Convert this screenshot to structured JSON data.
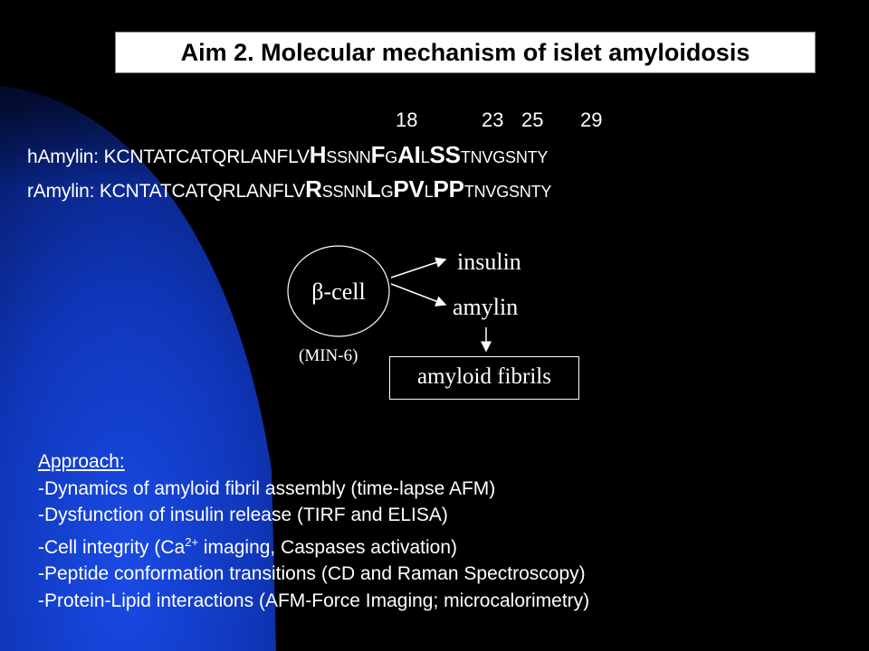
{
  "title": "Aim 2.  Molecular mechanism of islet amyloidosis",
  "positions": [
    "18",
    "23",
    "25",
    "29"
  ],
  "hamylin": {
    "label": "hAmylin: ",
    "p1": "KCNTATCATQRLANFLV",
    "r18": "H",
    "p2": "SSNN",
    "r23": "F",
    "g": "G",
    "r25": "AI",
    "l": "L",
    "r28": "SS",
    "p3": "TNVGSNTY"
  },
  "ramylin": {
    "label": "rAmylin:  ",
    "p1": "KCNTATCATQRLANFLV",
    "r18": "R",
    "p2": "SSNN",
    "r23": "L",
    "g": "G",
    "r25": "PV",
    "l": "L",
    "r28": "PP",
    "p3": "TNVGSNTY"
  },
  "diagram": {
    "cell": "β-cell",
    "cell_line": "(MIN-6)",
    "insulin": "insulin",
    "amylin": "amylin",
    "fibrils": "amyloid fibrils"
  },
  "approach": {
    "heading": "Approach:",
    "items": [
      "-Dynamics of amyloid fibril assembly (time-lapse AFM)",
      "-Dysfunction of insulin release (TIRF and ELISA)",
      "-Cell integrity (Ca",
      "2+",
      " imaging, Caspases activation)",
      "-Peptide conformation transitions (CD and Raman Spectroscopy)",
      "-Protein-Lipid interactions (AFM-Force Imaging; microcalorimetry)"
    ]
  },
  "colors": {
    "background": "#000000",
    "accent_blue": "#1240c8",
    "title_bg": "#ffffff"
  }
}
